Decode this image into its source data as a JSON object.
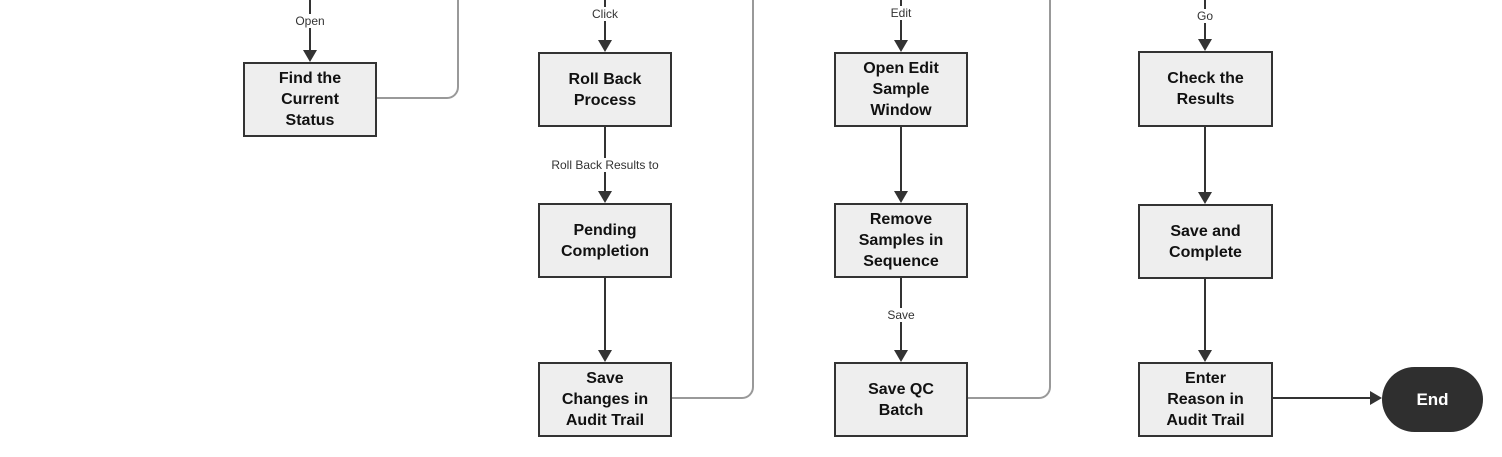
{
  "nodes": {
    "find_current_status": "Find the\nCurrent\nStatus",
    "roll_back_process": "Roll Back\nProcess",
    "pending_completion": "Pending\nCompletion",
    "save_changes_audit": "Save\nChanges in\nAudit Trail",
    "open_edit_sample": "Open Edit\nSample\nWindow",
    "remove_samples": "Remove\nSamples in\nSequence",
    "save_qc_batch": "Save QC\nBatch",
    "check_results": "Check the\nResults",
    "save_and_complete": "Save and\nComplete",
    "enter_reason_audit": "Enter\nReason in\nAudit Trail",
    "end": "End"
  },
  "edge_labels": {
    "open": "Open",
    "click": "Click",
    "edit": "Edit",
    "go": "Go",
    "roll_back_results_to": "Roll Back Results to",
    "save": "Save"
  },
  "colors": {
    "node_fill": "#eeeeee",
    "node_border": "#333333",
    "arrow": "#333333",
    "loop_connector": "#999999",
    "end_fill": "#2f2f2f",
    "end_text": "#ffffff"
  }
}
